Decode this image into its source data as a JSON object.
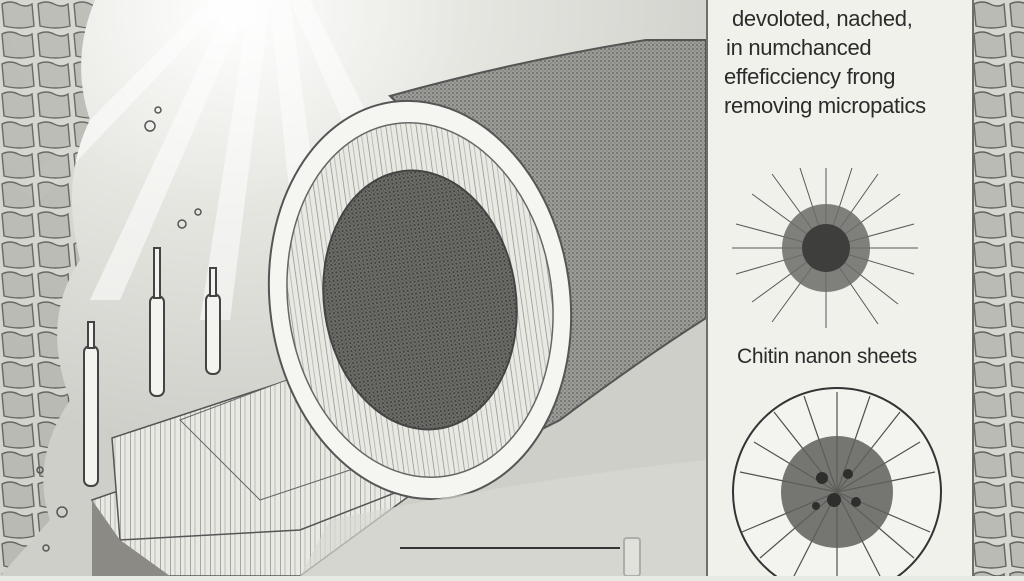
{
  "caption": {
    "line1": "devoloted, nached,",
    "line2": "in numchanced",
    "line3": "effeficciency frong",
    "line4": "removing micropatics"
  },
  "label": {
    "nanosheets": "Chitin nanon sheets"
  },
  "colors": {
    "background": "#e9e9e4",
    "panel": "#f1f1ec",
    "ink": "#2b2b2b"
  },
  "icons": [
    "light-rays",
    "cylindrical-filter-cartridge",
    "pleated-filter-layers",
    "pipette",
    "nanosheet-sphere"
  ]
}
